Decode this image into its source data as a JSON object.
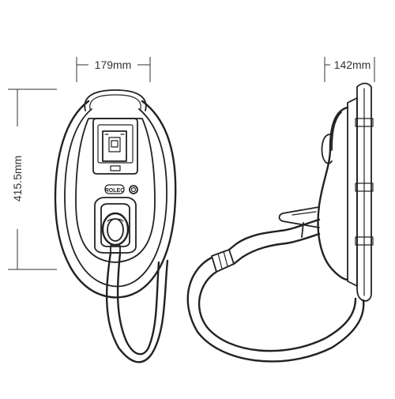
{
  "dimensions": {
    "width": "179mm",
    "depth": "142mm",
    "height": "415.5mm"
  },
  "logo": {
    "text": "ROLEC"
  },
  "colors": {
    "line": "#222222",
    "background": "#ffffff"
  }
}
